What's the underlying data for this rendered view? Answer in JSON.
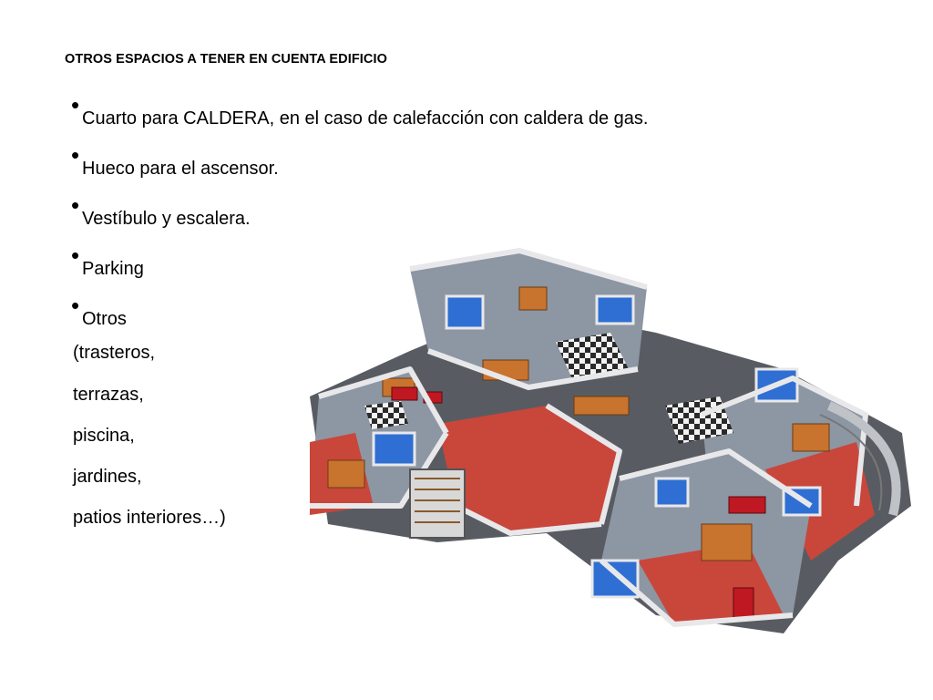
{
  "slide": {
    "title": "OTROS ESPACIOS A TENER EN CUENTA EDIFICIO",
    "bullets": [
      "Cuarto para CALDERA, en el caso de calefacción con caldera de gas.",
      "Hueco para el ascensor.",
      "Vestíbulo y escalera.",
      "Parking",
      "Otros"
    ],
    "sub_items": [
      "(trasteros,",
      " terrazas,",
      "piscina,",
      "jardines,",
      "patios interiores…)"
    ],
    "bullet_glyph": "•"
  },
  "colors": {
    "floor_red": "#c9463b",
    "floor_gray": "#8d96a3",
    "wall": "#e8e8ea",
    "wall_shadow": "#4a4f58",
    "blue_room": "#2f6fd3",
    "wood": "#c8742e",
    "sofa_red": "#c01822"
  }
}
